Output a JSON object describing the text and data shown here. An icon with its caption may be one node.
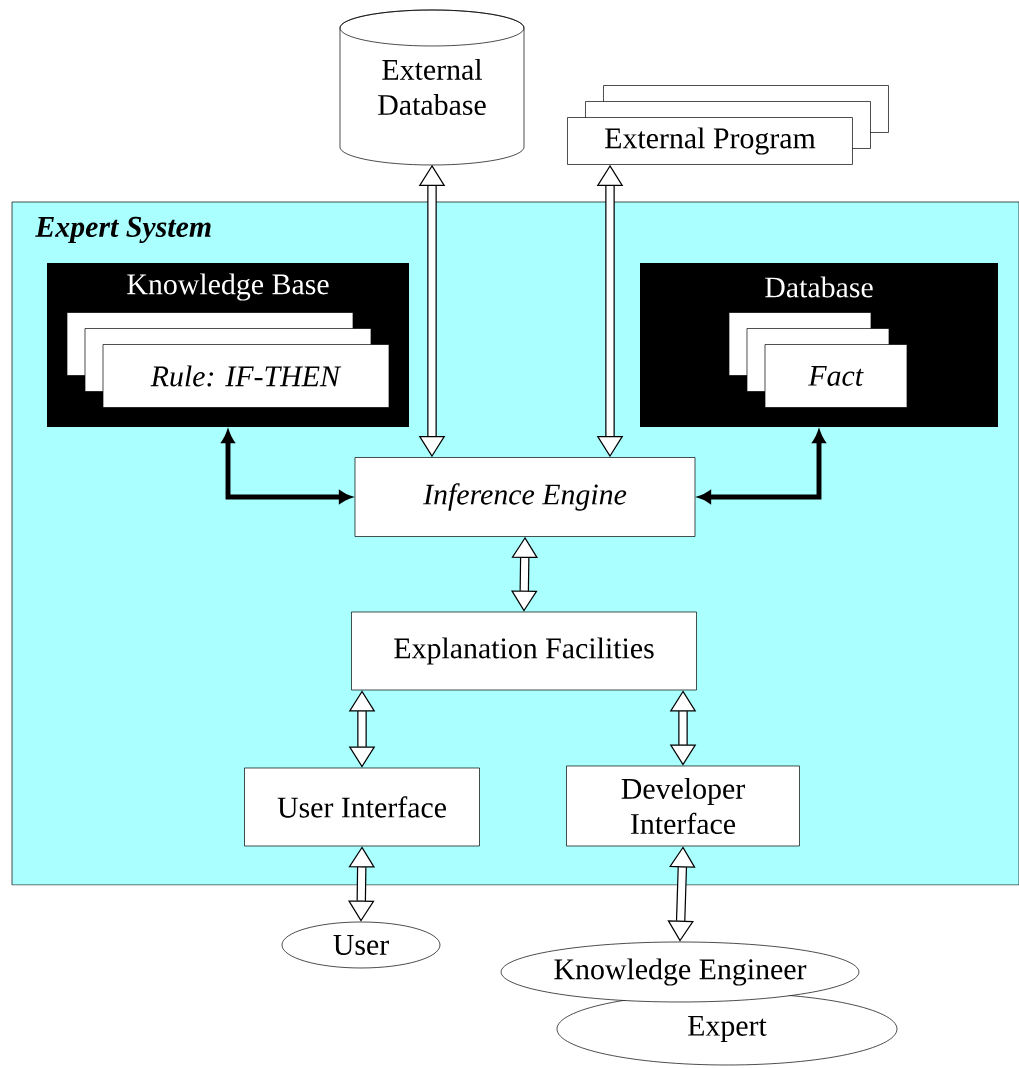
{
  "diagram": {
    "nodes": [
      {
        "text": [
          "External Database"
        ]
      },
      {
        "text": [
          "External Program"
        ]
      },
      {
        "text": [
          "Expert System"
        ]
      },
      {
        "text": [
          "Knowledge Base"
        ],
        "in": 2
      },
      {
        "text": [
          "*Rule: IF-THEN*"
        ],
        "in": 3
      },
      {
        "text": [
          "Database"
        ],
        "in": 2
      },
      {
        "text": [
          "*Fact*"
        ],
        "in": 5
      },
      {
        "text": [
          "*Inference Engine*"
        ],
        "in": 2
      },
      {
        "text": [
          "Explanation Facilities"
        ],
        "in": 2
      },
      {
        "text": [
          "User Interface"
        ],
        "in": 2
      },
      {
        "text": [
          "Developer Interface"
        ],
        "in": 2
      },
      {
        "text": [
          "User"
        ]
      },
      {
        "text": [
          "Knowledge Engineer"
        ]
      },
      {
        "text": [
          "Expert"
        ]
      }
    ],
    "edges": [
      {
        "from": 0,
        "to": 7,
        "arrow": "both"
      },
      {
        "from": 1,
        "to": 7,
        "arrow": "both"
      },
      {
        "from": 3,
        "to": 7,
        "arrow": "both"
      },
      {
        "from": 5,
        "to": 7,
        "arrow": "both"
      },
      {
        "from": 7,
        "to": 8,
        "arrow": "both"
      },
      {
        "from": 8,
        "to": 9,
        "arrow": "both"
      },
      {
        "from": 8,
        "to": 10,
        "arrow": "both"
      },
      {
        "from": 9,
        "to": 11,
        "arrow": "both"
      },
      {
        "from": 10,
        "to": 12,
        "arrow": "both"
      }
    ]
  }
}
